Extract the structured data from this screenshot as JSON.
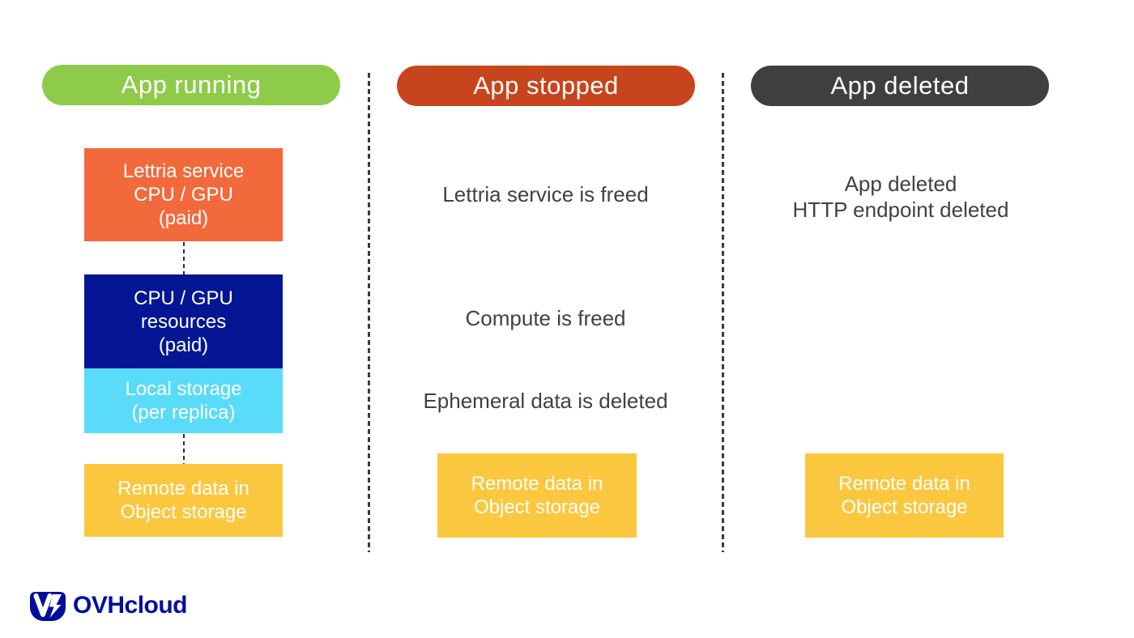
{
  "headers": [
    {
      "label": "App running",
      "color": "#8ECB4A"
    },
    {
      "label": "App stopped",
      "color": "#C8441C"
    },
    {
      "label": "App deleted",
      "color": "#3F3F41"
    }
  ],
  "running": {
    "boxes": [
      {
        "label": "Lettria service\nCPU / GPU\n(paid)",
        "color": "#F2693C"
      },
      {
        "label": "CPU / GPU\nresources\n(paid)",
        "color": "#041693"
      },
      {
        "label": "Local storage\n(per replica)",
        "color": "#59DBF9"
      },
      {
        "label": "Remote data in\nObject storage",
        "color": "#FBC73F"
      }
    ]
  },
  "stopped": {
    "notes": [
      "Lettria service is freed",
      "Compute is freed",
      "Ephemeral data is deleted"
    ],
    "box": {
      "label": "Remote data in\nObject storage",
      "color": "#FBC73F"
    }
  },
  "deleted": {
    "note": "App deleted\nHTTP endpoint deleted",
    "box": {
      "label": "Remote data in\nObject storage",
      "color": "#FBC73F"
    }
  },
  "footer": {
    "brand": "OVHcloud",
    "brand_color": "#000E9C"
  }
}
